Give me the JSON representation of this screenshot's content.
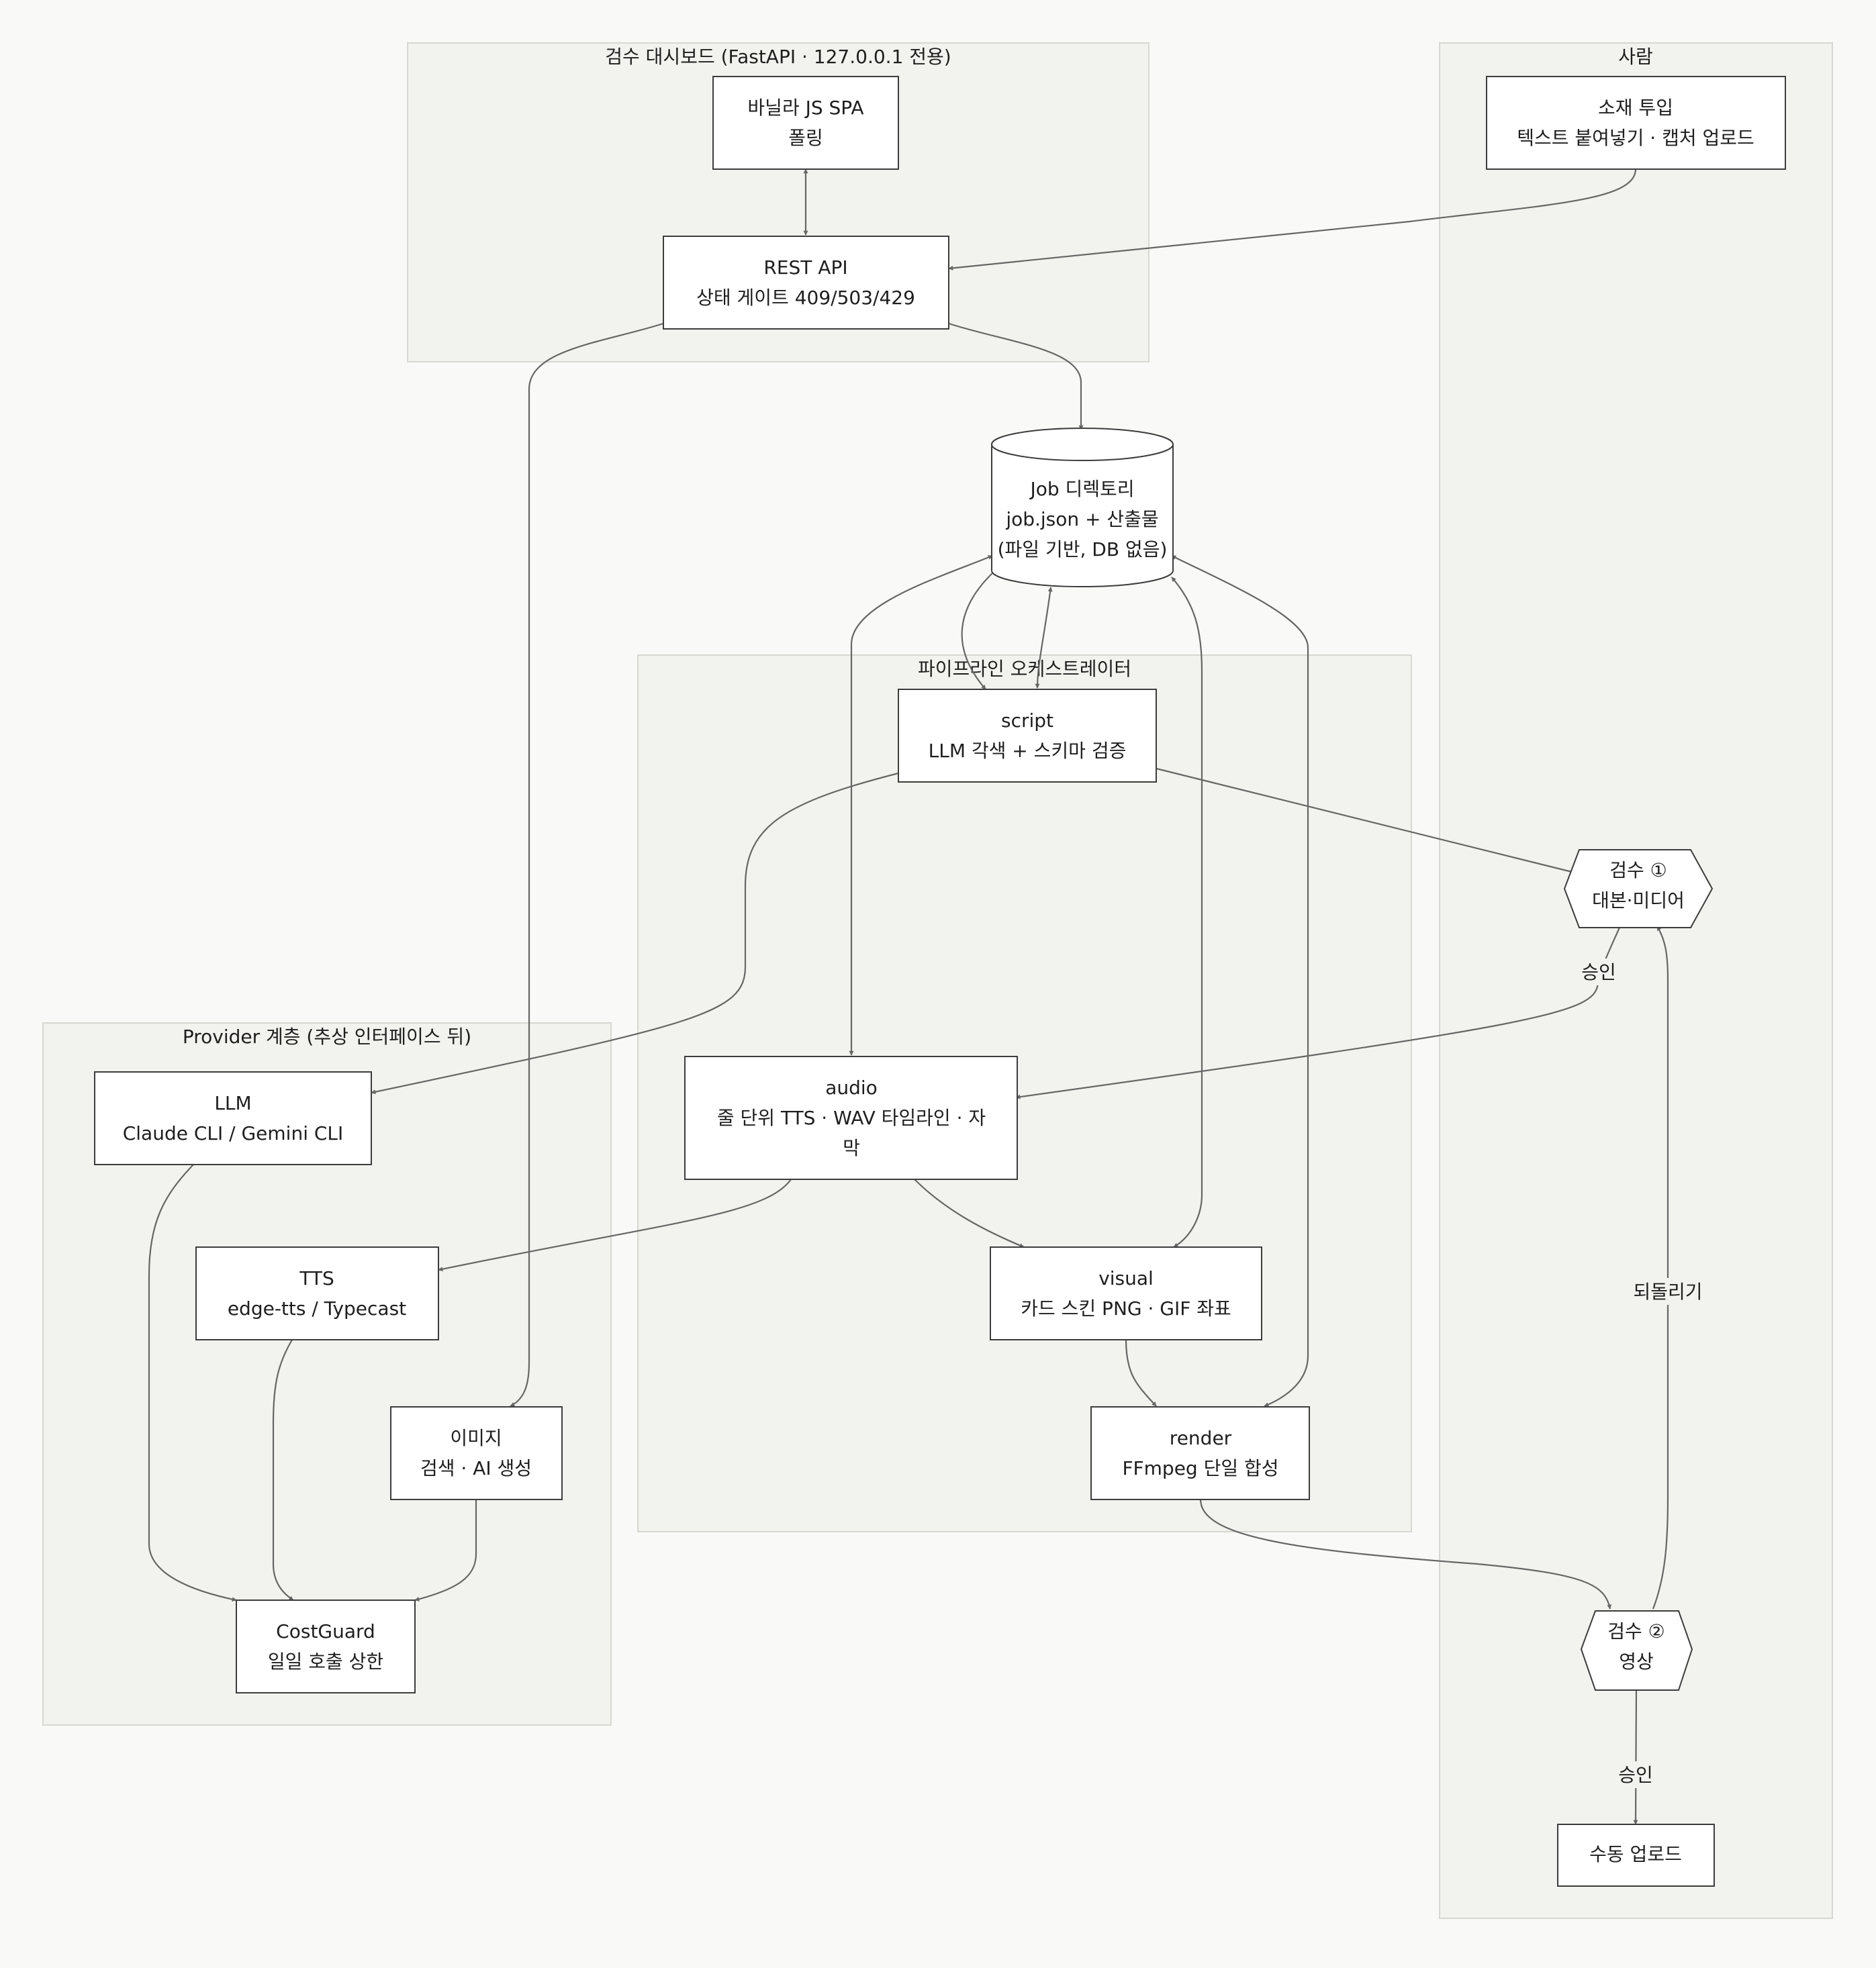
{
  "clusters": {
    "dashboard": "검수 대시보드 (FastAPI · 127.0.0.1 전용)",
    "human": "사람",
    "pipeline": "파이프라인 오케스트레이터",
    "provider": "Provider 계층 (추상 인터페이스 뒤)"
  },
  "nodes": {
    "spa": [
      "바닐라 JS SPA",
      "폴링"
    ],
    "rest": [
      "REST API",
      "상태 게이트 409/503/429"
    ],
    "input": [
      "소재 투입",
      "텍스트 붙여넣기 · 캡처 업로드"
    ],
    "jobdir": [
      "Job 디렉토리",
      "job.json + 산출물",
      "(파일 기반, DB 없음)"
    ],
    "script": [
      "script",
      "LLM 각색 + 스키마 검증"
    ],
    "review1": [
      "검수 ①",
      "대본·미디어"
    ],
    "llm": [
      "LLM",
      "Claude CLI / Gemini CLI"
    ],
    "audio": [
      "audio",
      "줄 단위 TTS · WAV 타임라인 · 자",
      "막"
    ],
    "tts": [
      "TTS",
      "edge-tts / Typecast"
    ],
    "visual": [
      "visual",
      "카드 스킨 PNG · GIF 좌표"
    ],
    "image": [
      "이미지",
      "검색 · AI 생성"
    ],
    "render": [
      "render",
      "FFmpeg 단일 합성"
    ],
    "costguard": [
      "CostGuard",
      "일일 호출 상한"
    ],
    "review2": [
      "검수 ②",
      "영상"
    ],
    "upload": [
      "수동 업로드"
    ]
  },
  "edge_labels": {
    "approve1": "승인",
    "rollback": "되돌리기",
    "approve2": "승인"
  }
}
